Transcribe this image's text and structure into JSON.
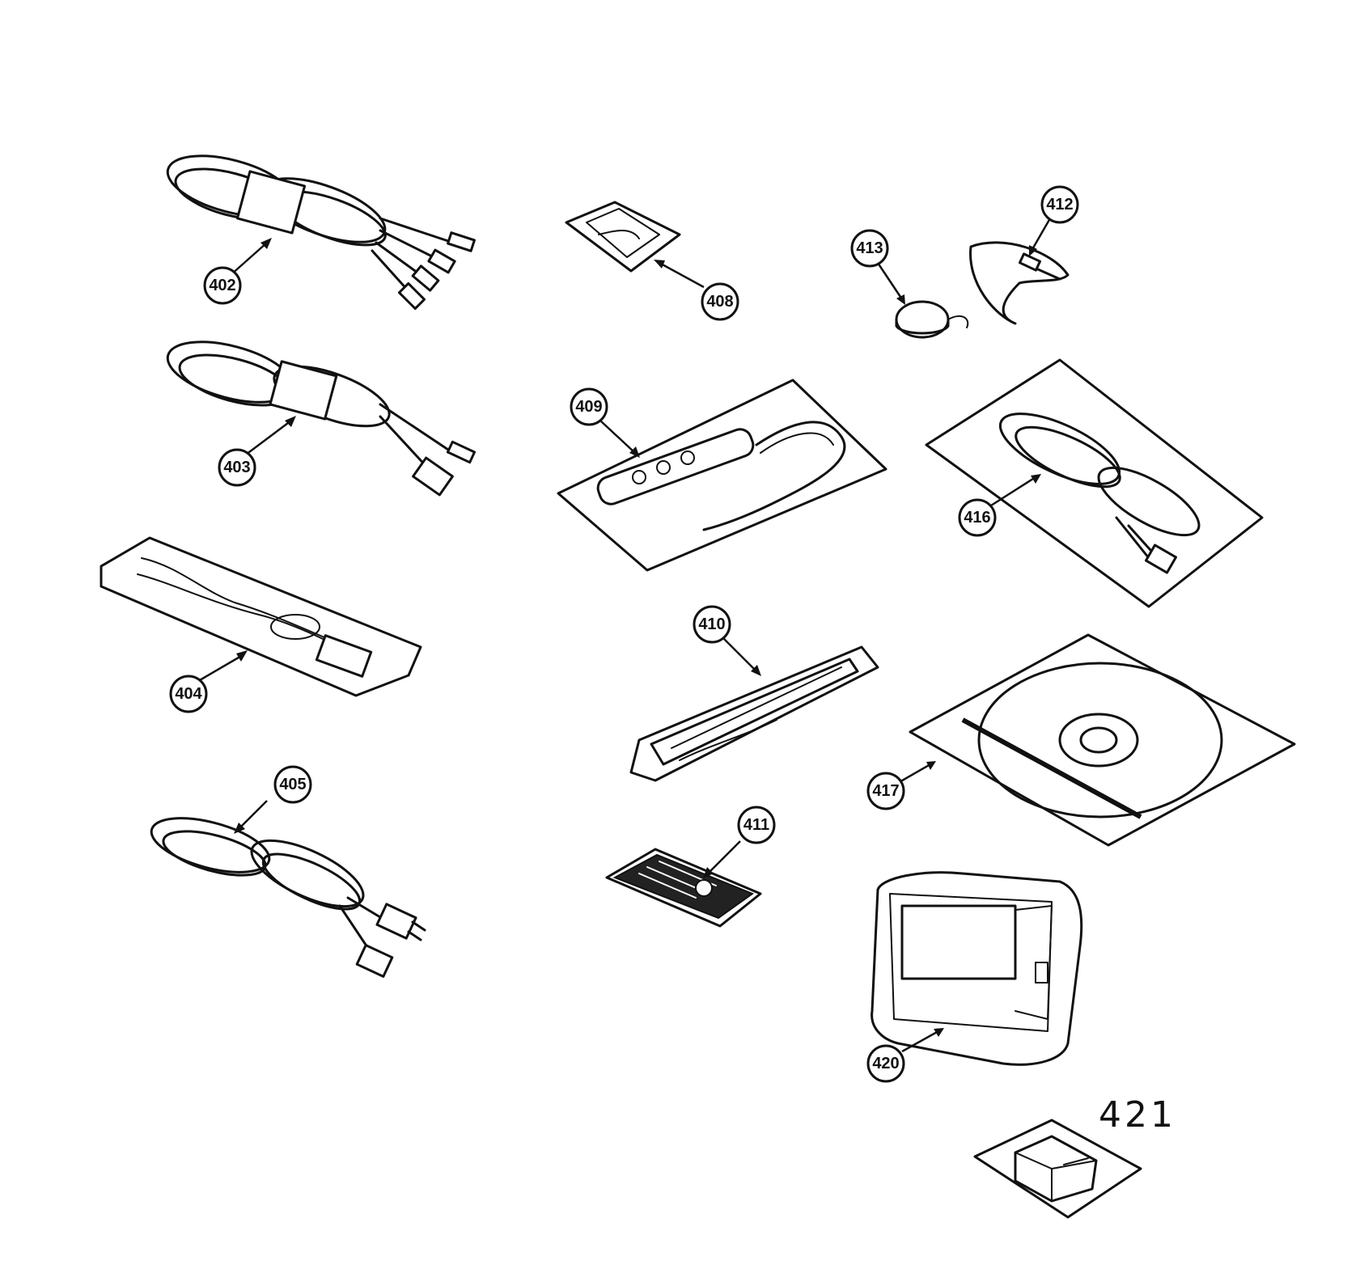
{
  "callouts": {
    "c402": "402",
    "c403": "403",
    "c404": "404",
    "c405": "405",
    "c408": "408",
    "c409": "409",
    "c410": "410",
    "c411": "411",
    "c412": "412",
    "c413": "413",
    "c416": "416",
    "c417": "417",
    "c420": "420"
  },
  "handwritten_label": "421"
}
